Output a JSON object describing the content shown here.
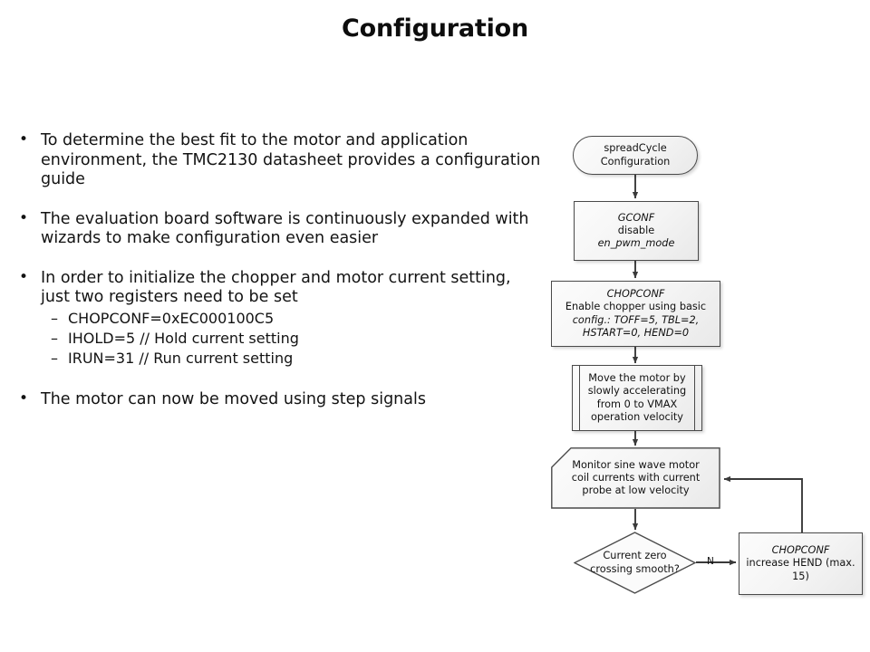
{
  "slide": {
    "title": "Configuration"
  },
  "bullets": [
    {
      "marker": "•",
      "text": "To determine the best fit to the motor and application environment, the TMC2130 datasheet provides a configuration guide",
      "subitems": []
    },
    {
      "marker": "•",
      "text": "The evaluation board software is continuously expanded with wizards to make configuration even easier",
      "subitems": []
    },
    {
      "marker": "•",
      "text": "In order to initialize the chopper and motor current setting, just two registers need to be set",
      "subitems": [
        {
          "marker": "–",
          "text": "CHOPCONF=0xEC000100C5"
        },
        {
          "marker": "–",
          "text": "IHOLD=5 // Hold current setting"
        },
        {
          "marker": "–",
          "text": "IRUN=31 // Run current setting"
        }
      ]
    },
    {
      "marker": "•",
      "text": "The motor can now be moved using step signals",
      "subitems": []
    }
  ],
  "flowchart": {
    "type": "flowchart",
    "nodes": [
      {
        "id": "start",
        "shape": "terminator",
        "lines": [
          {
            "text": "spreadCycle",
            "italic": false
          },
          {
            "text": "Configuration",
            "italic": false
          }
        ]
      },
      {
        "id": "gconf",
        "shape": "process",
        "lines": [
          {
            "text": "GCONF",
            "italic": true
          },
          {
            "text": "disable ",
            "italic": false,
            "tail": "en_pwm_mode",
            "tail_italic": true
          }
        ]
      },
      {
        "id": "chopconf",
        "shape": "process",
        "lines": [
          {
            "text": "CHOPCONF",
            "italic": true
          },
          {
            "text": "Enable chopper using basic",
            "italic": false
          },
          {
            "text": "config.: TOFF=5, TBL=2,",
            "italic": false
          },
          {
            "text": "HSTART=0, HEND=0",
            "italic": true
          }
        ]
      },
      {
        "id": "move",
        "shape": "predefined-process",
        "lines": [
          {
            "text": "Move the motor by",
            "italic": false
          },
          {
            "text": "slowly accelerating",
            "italic": false
          },
          {
            "text": "from 0 to VMAX",
            "italic": false
          },
          {
            "text": "operation velocity",
            "italic": false
          }
        ]
      },
      {
        "id": "monitor",
        "shape": "chamfered-box",
        "lines": [
          {
            "text": "Monitor sine wave motor",
            "italic": false
          },
          {
            "text": "coil currents with current",
            "italic": false
          },
          {
            "text": "probe at low velocity",
            "italic": false
          }
        ]
      },
      {
        "id": "decision",
        "shape": "decision",
        "lines": [
          {
            "text": "Current zero",
            "italic": false
          },
          {
            "text": "crossing smooth?",
            "italic": false
          }
        ]
      },
      {
        "id": "increase",
        "shape": "process",
        "lines": [
          {
            "text": "CHOPCONF",
            "italic": true
          },
          {
            "text": "increase HEND (max. 15)",
            "italic": false
          }
        ]
      }
    ],
    "edges": [
      {
        "from": "start",
        "to": "gconf",
        "label": ""
      },
      {
        "from": "gconf",
        "to": "chopconf",
        "label": ""
      },
      {
        "from": "chopconf",
        "to": "move",
        "label": ""
      },
      {
        "from": "move",
        "to": "monitor",
        "label": ""
      },
      {
        "from": "monitor",
        "to": "decision",
        "label": ""
      },
      {
        "from": "decision",
        "to": "increase",
        "label": "N"
      },
      {
        "from": "increase",
        "to": "monitor",
        "label": ""
      }
    ]
  },
  "colors": {
    "page_background": "#ffffff",
    "text": "#131313",
    "title": "#0d0d0d",
    "node_border": "#4a4a4a",
    "node_fill_light": "#fcfcfc",
    "node_fill_dark": "#e9e9e9",
    "connector": "#3a3a3a"
  }
}
